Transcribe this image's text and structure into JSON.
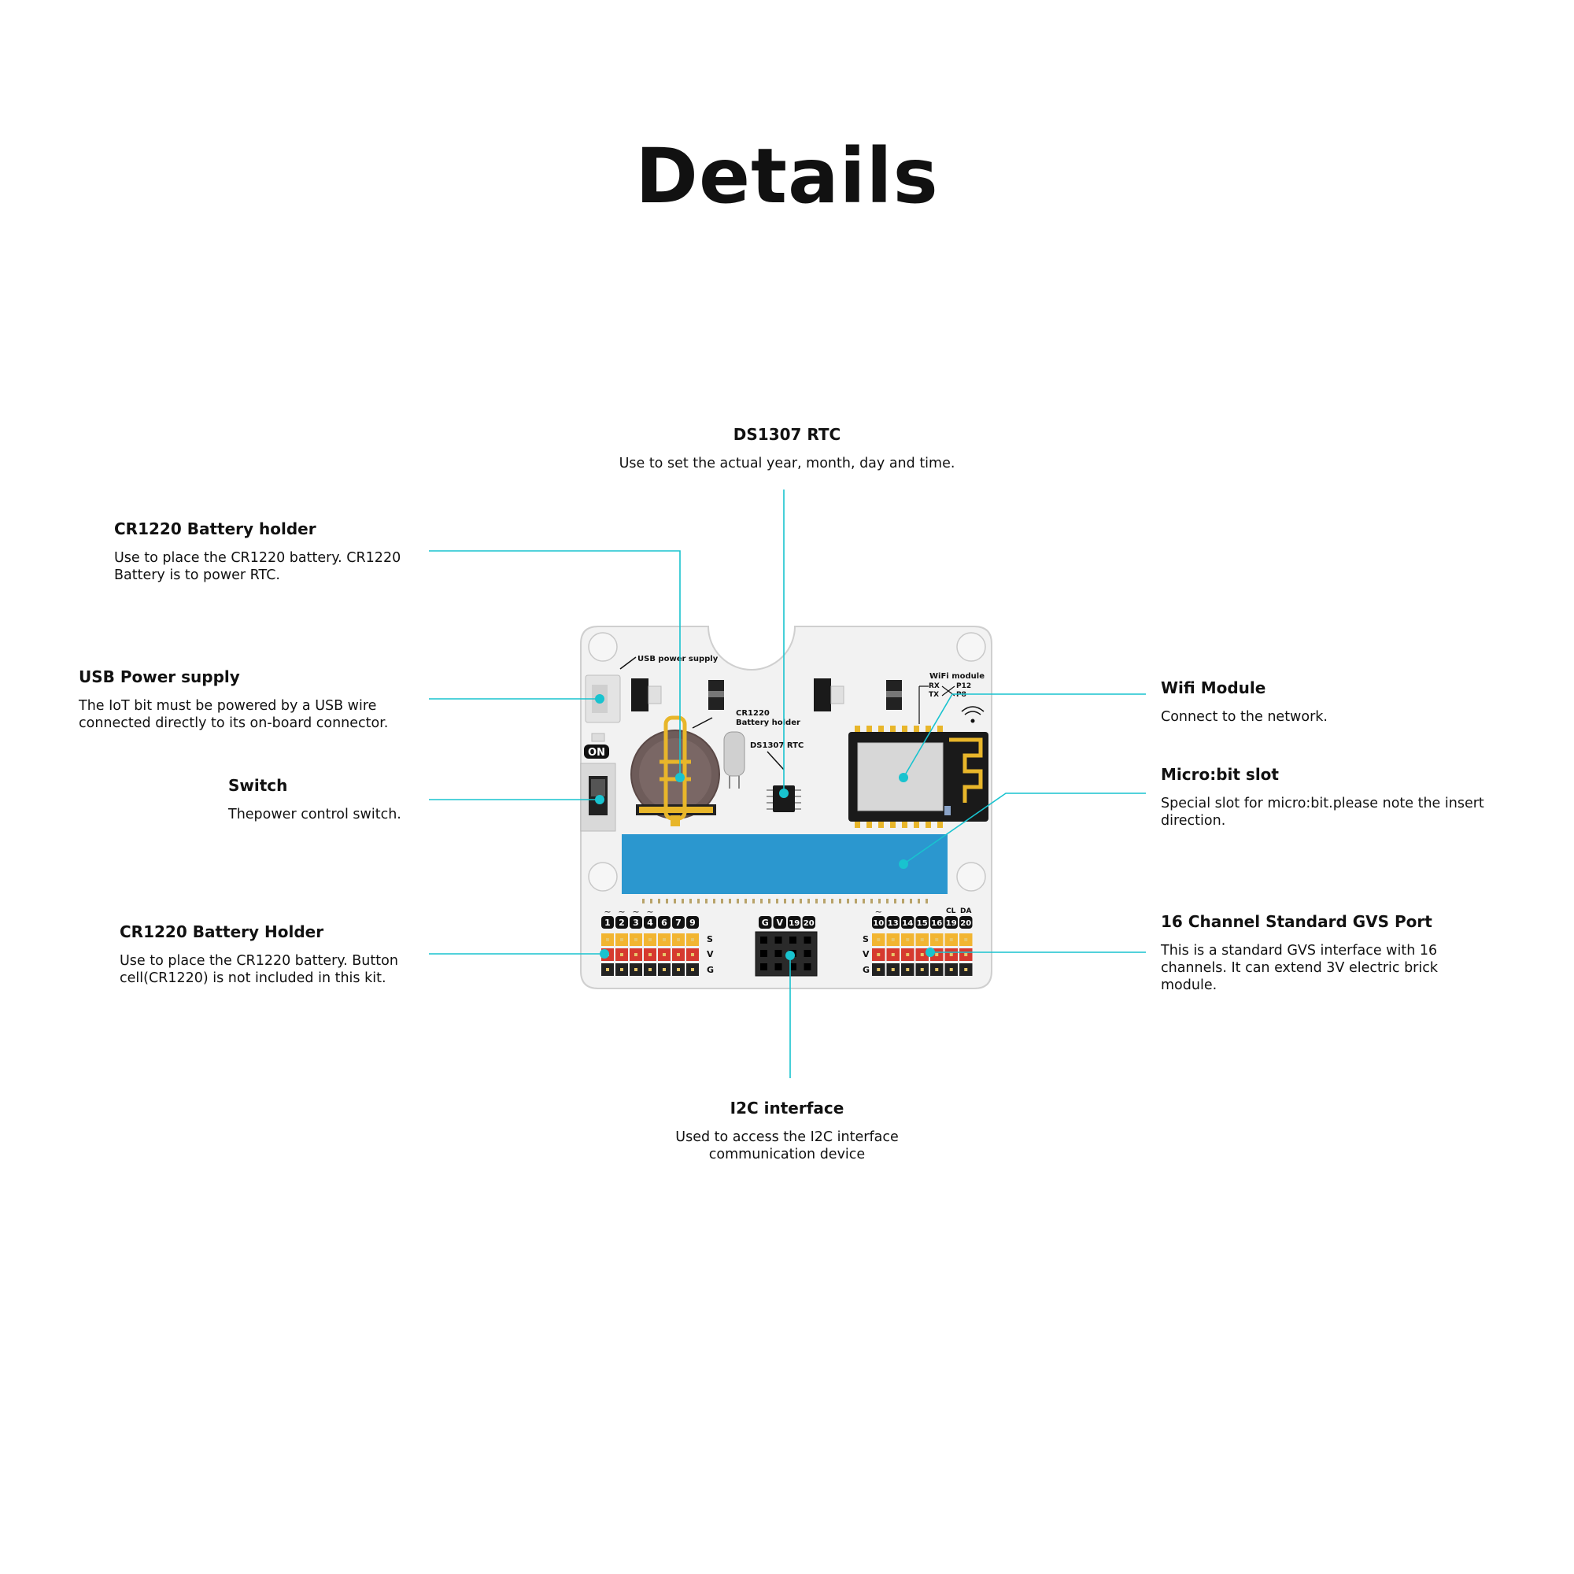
{
  "page": {
    "title": "Details"
  },
  "callouts": {
    "rtc": {
      "heading": "DS1307 RTC",
      "desc": "Use to set the actual year, month, day and time."
    },
    "battery_top": {
      "heading": "CR1220 Battery holder",
      "desc": "Use to place the CR1220 battery. CR1220 Battery is to power RTC."
    },
    "usb": {
      "heading": "USB Power supply",
      "desc": "The IoT bit must be powered by a USB wire connected directly to its on-board connector."
    },
    "switch": {
      "heading": "Switch",
      "desc": "Thepower control switch."
    },
    "battery_bottom": {
      "heading": "CR1220 Battery Holder",
      "desc": "Use to place the CR1220 battery. Button cell(CR1220) is not included in this kit."
    },
    "wifi": {
      "heading": "Wifi Module",
      "desc": "Connect to the network."
    },
    "slot": {
      "heading": "Micro:bit slot",
      "desc": "Special slot for micro:bit.please note the insert direction."
    },
    "gvs": {
      "heading": "16 Channel Standard GVS Port",
      "desc": "This is a standard GVS interface with 16 channels. It can extend 3V electric brick module."
    },
    "i2c": {
      "heading": "I2C interface",
      "desc": "Used to access the I2C interface communication device"
    }
  },
  "board": {
    "usb_label": "USB power supply",
    "on_label": "ON",
    "battery_label_1": "CR1220",
    "battery_label_2": "Battery holder",
    "rtc_label": "DS1307 RTC",
    "wifi_label": "WiFi module",
    "rx": "RX",
    "tx": "TX",
    "p12": "P12",
    "p8": "P8",
    "left_pins": [
      "1",
      "2",
      "3",
      "4",
      "6",
      "7",
      "9"
    ],
    "i2c_pins": [
      "G",
      "V",
      "19",
      "20"
    ],
    "right_pins": [
      "10",
      "13",
      "14",
      "15",
      "16",
      "19",
      "20"
    ],
    "cl": "CL",
    "da": "DA",
    "row_s": "S",
    "row_v": "V",
    "row_g": "G",
    "accent_color": "#19c3cf"
  }
}
